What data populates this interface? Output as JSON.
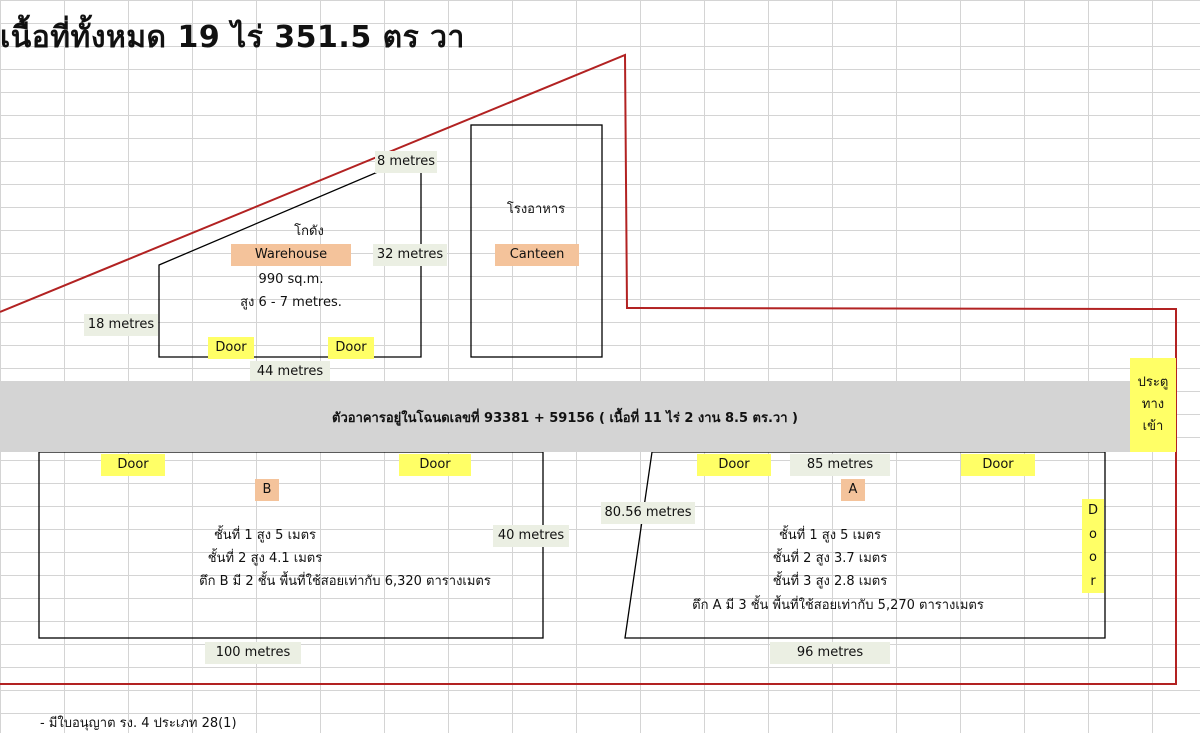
{
  "title": "เนื้อที่ทั้งหมด 19 ไร่ 351.5 ตร วา",
  "colors": {
    "boundary": "#b22222",
    "building_outline": "#000000",
    "road": "#d4d4d4",
    "door": "#ffff66",
    "name_tag": "#f4c39b",
    "dimension_tag": "#ebefe3"
  },
  "warehouse": {
    "thai_name": "โกดัง",
    "name": "Warehouse",
    "area": "990 sq.m.",
    "height": "สูง 6 - 7 metres.",
    "dim_top": "8 metres",
    "dim_right": "32 metres",
    "dim_left": "18 metres",
    "dim_bottom": "44 metres",
    "door_1": "Door",
    "door_2": "Door"
  },
  "canteen": {
    "thai_name": "โรงอาหาร",
    "name": "Canteen"
  },
  "road": {
    "text": "ตัวอาคารอยู่ในโฉนดเลขที่ 93381 + 59156 ( เนื้อที่ 11 ไร่ 2 งาน 8.5 ตร.วา )"
  },
  "entrance": {
    "line1": "ประตู",
    "line2": "ทาง",
    "line3": "เข้า"
  },
  "building_b": {
    "tag": "B",
    "door_1": "Door",
    "door_2": "Door",
    "floor_1": "ชั้นที่ 1 สูง 5 เมตร",
    "floor_2": "ชั้นที่ 2 สูง 4.1 เมตร",
    "summary": "ตึก B มี 2 ชั้น พื้นที่ใช้สอยเท่ากับ 6,320 ตารางเมตร",
    "dim_right": "40 metres",
    "dim_bottom": "100 metres"
  },
  "building_a": {
    "tag": "A",
    "door_1": "Door",
    "door_2": "Door",
    "side_door": [
      "D",
      "o",
      "o",
      "r"
    ],
    "dim_top": "85 metres",
    "dim_left": "80.56 metres",
    "floor_1": "ชั้นที่ 1 สูง 5 เมตร",
    "floor_2": "ชั้นที่ 2 สูง 3.7 เมตร",
    "floor_3": "ชั้นที่ 3 สูง 2.8 เมตร",
    "summary": "ตึก A มี 3 ชั้น พื้นที่ใช้สอยเท่ากับ 5,270 ตารางเมตร",
    "dim_bottom": "96 metres"
  },
  "footnote": "- มีใบอนุญาต รง. 4 ประเภท 28(1)"
}
